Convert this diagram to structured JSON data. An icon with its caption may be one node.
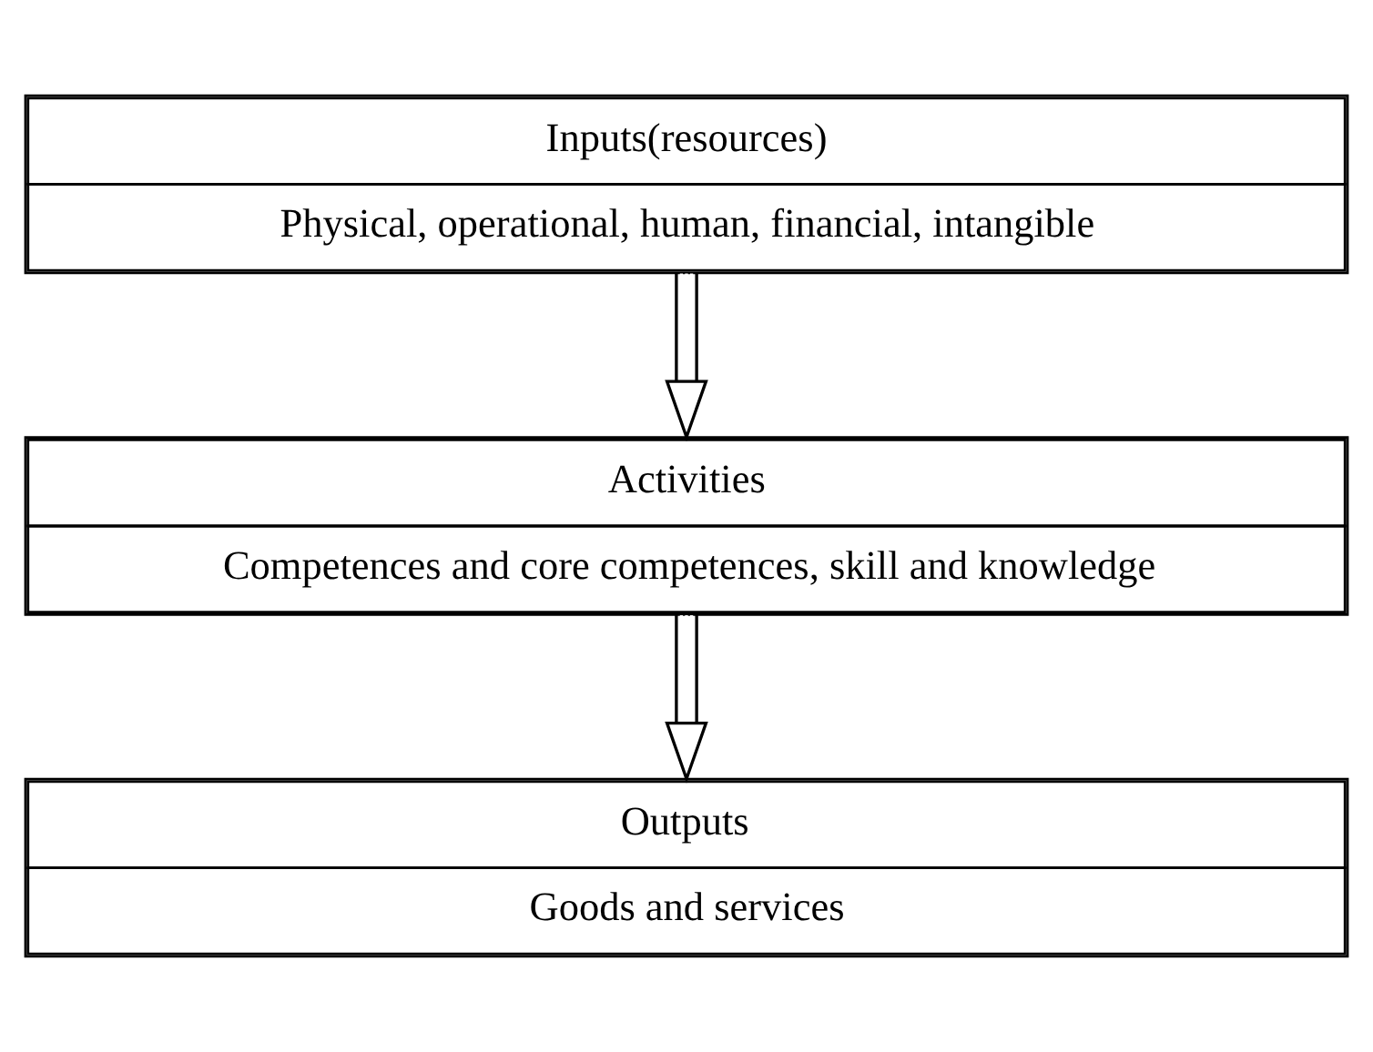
{
  "diagram": {
    "nodes": [
      {
        "text": [
          "Inputs(resources)",
          "Physical, operational, human, financial, intangible"
        ]
      },
      {
        "text": [
          "Activities",
          "Competences and core competences, skill and knowledge"
        ]
      },
      {
        "text": [
          "Outputs",
          "Goods and services"
        ]
      }
    ],
    "edges": [
      {
        "from": 0,
        "to": 1,
        "arrow": "to"
      },
      {
        "from": 1,
        "to": 2,
        "arrow": "to"
      }
    ]
  }
}
